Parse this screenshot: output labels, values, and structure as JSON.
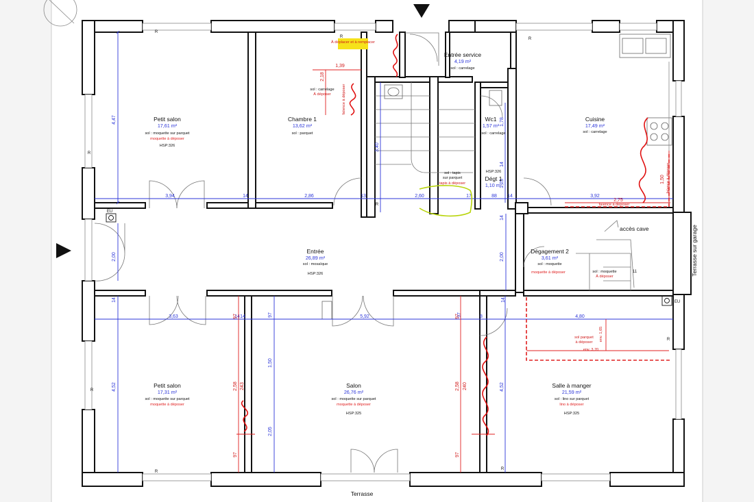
{
  "plan": {
    "rooms": [
      {
        "id": "petit-salon-1",
        "name": "Petit salon",
        "area": "17,61 m²",
        "sol": "sol : moquette sur parquet",
        "note": "moquette à déposer",
        "hsp": "HSP:326"
      },
      {
        "id": "chambre-1",
        "name": "Chambre 1",
        "area": "13,62 m²",
        "sol": "sol : parquet",
        "note": "",
        "hsp": ""
      },
      {
        "id": "entree-service",
        "name": "Entrée service",
        "area": "4,19 m²",
        "sol": "sol : carrelage",
        "note": "",
        "hsp": ""
      },
      {
        "id": "wc1",
        "name": "Wc1",
        "area": "1,57 m²",
        "sol": "sol : carrelage",
        "note": "",
        "hsp": ""
      },
      {
        "id": "cuisine",
        "name": "Cuisine",
        "area": "17,49 m²",
        "sol": "sol : carrelage",
        "note": "",
        "hsp": ""
      },
      {
        "id": "degt-1",
        "name": "Dégt 1",
        "area": "1,10 m²",
        "sol": "",
        "note": "",
        "hsp": "HSP:326"
      },
      {
        "id": "entree",
        "name": "Entrée",
        "area": "26,89 m²",
        "sol": "sol : mosaïque",
        "note": "",
        "hsp": "HSP:326"
      },
      {
        "id": "degagement-2",
        "name": "Dégagement 2",
        "area": "3,61 m²",
        "sol": "sol : moquette",
        "note": "moquette à déposer",
        "hsp": ""
      },
      {
        "id": "petit-salon-2",
        "name": "Petit salon",
        "area": "17,31 m²",
        "sol": "sol : moquette sur parquet",
        "note": "moquette à déposer",
        "hsp": ""
      },
      {
        "id": "salon",
        "name": "Salon",
        "area": "26,76 m²",
        "sol": "sol : moquette sur parquet",
        "note": "moquette à déposer",
        "hsp": "HSP:325"
      },
      {
        "id": "salle-a-manger",
        "name": "Salle à manger",
        "area": "21,59 m²",
        "sol": "sol : lino sur parquet",
        "note": "lino à déposer",
        "hsp": "HSP:325"
      }
    ],
    "labels": {
      "acces_cave": "accès cave",
      "terrasse": "Terrasse",
      "terrasse_garage": "Terrasse sur garage",
      "eu_left": "EU",
      "eu_right": "EU",
      "r": "R"
    },
    "annotations": {
      "a_deplacer": "À déplacer et à remplacer",
      "sol_carrelage": "sol : carrelage",
      "a_deposer": "À déposer",
      "faience_left": "faïence à déposer",
      "sol_tapis_1": "sol : tapis",
      "sol_tapis_2": "sur parquet",
      "tapis_a_deposer": "tapis à déposer",
      "faience_kitchen_h": "faïence à déposer",
      "faience_kitchen_v": "faïence à déposer",
      "escalier_sol": "sol : moquette",
      "escalier_note": "À déposer",
      "sam_sol": "sol parquet",
      "sam_note": "à déposer",
      "env_h": "env. 3,70",
      "env_v": "env. 1,65",
      "r11": "11"
    },
    "dims_blue": {
      "d447": "4,47",
      "d394": "3,94",
      "d14a": "14",
      "d286": "2,86",
      "d13": "13",
      "d260": "2,60",
      "d17": "17",
      "d88": "88",
      "d14b": "14",
      "d392": "3,92",
      "d200a": "2,00",
      "d340": "3,40",
      "d178": "1,78",
      "d125": "1,25",
      "d14c": "14",
      "d200b": "2,00",
      "d363": "3,63",
      "d14d": "14",
      "d97a": "97",
      "d592": "5,92",
      "d97b": "97",
      "d480": "4,80",
      "d452a": "4,52",
      "d150": "1,50",
      "d205": "2,05",
      "d452b": "4,52",
      "d14e": "14",
      "d14f": "14",
      "d14g": "14",
      "d14h": "14",
      "d8": "8"
    },
    "dims_red": {
      "r139": "1,39",
      "r218": "2,18",
      "r275": "2,75",
      "r150": "1,50",
      "r97a": "97",
      "r258a": "2,58",
      "r243": "243",
      "r97b": "97",
      "r97c": "97",
      "r258b": "2,58",
      "r240": "240",
      "r97d": "97"
    }
  }
}
